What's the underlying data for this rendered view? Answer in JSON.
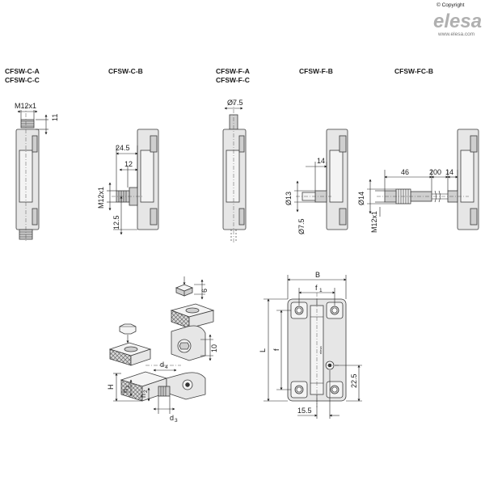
{
  "header": {
    "copyright": "© Copyright",
    "brand": "elesa",
    "website": "www.elesa.com"
  },
  "variants": [
    {
      "label_line1": "CFSW-C-A",
      "label_line2": "CFSW-C-C"
    },
    {
      "label_line1": "CFSW-C-B",
      "label_line2": ""
    },
    {
      "label_line1": "CFSW-F-A",
      "label_line2": "CFSW-F-C"
    },
    {
      "label_line1": "CFSW-F-B",
      "label_line2": ""
    },
    {
      "label_line1": "CFSW-FC-B",
      "label_line2": ""
    }
  ],
  "dimensions": {
    "ca_thread": "M12x1",
    "ca_len": "11",
    "cb_len1": "24.5",
    "cb_len2": "12",
    "cb_thread": "M12x1",
    "cb_offset": "12.5",
    "fa_dia": "Ø7.5",
    "fb_len": "14",
    "fb_dia1": "Ø13",
    "fb_dia2": "Ø7.5",
    "fc_len1": "46",
    "fc_len2": "200",
    "fc_len3": "14",
    "fc_dia": "Ø14",
    "fc_thread": "M12x1",
    "iso_6": "6",
    "iso_10": "10",
    "iso_d4": "d",
    "iso_d4_sub": "4",
    "iso_H": "H",
    "iso_h1": "h",
    "iso_h1_sub": "1",
    "iso_h2": "h",
    "iso_h2_sub": "2",
    "iso_d3": "d",
    "iso_d3_sub": "3",
    "front_B": "B",
    "front_f1": "f",
    "front_f1_sub": "1",
    "front_L": "L",
    "front_f": "f",
    "front_22_5": "22.5",
    "front_15_5": "15.5"
  }
}
